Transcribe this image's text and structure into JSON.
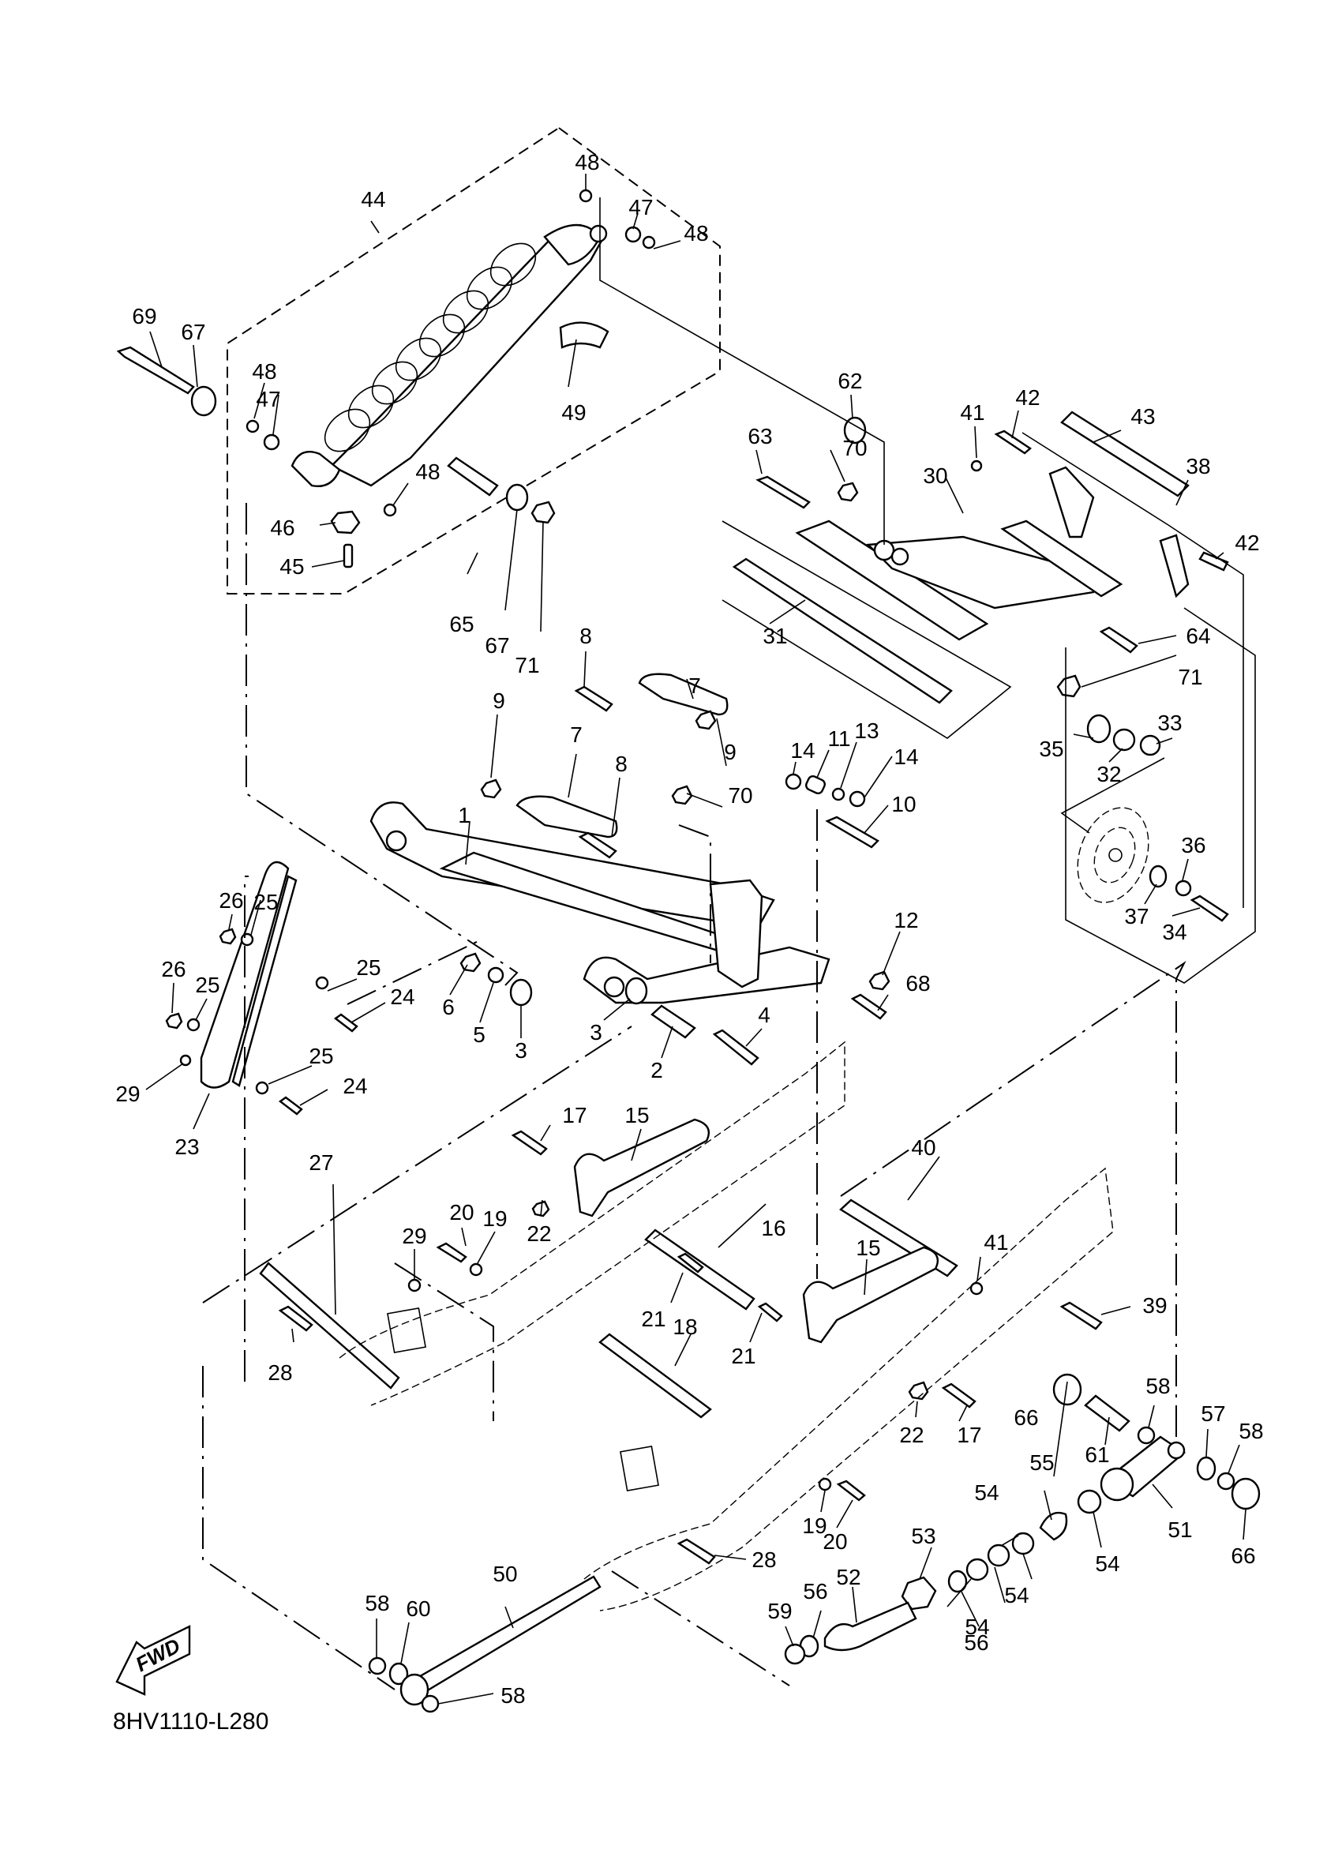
{
  "diagram": {
    "title": "Rear suspension exploded parts diagram",
    "drawing_code": "8HV1110-L280",
    "direction_badge": "FWD",
    "direction_icon": "forward-arrow-icon"
  },
  "callouts": [
    {
      "id": "c1",
      "text": "1"
    },
    {
      "id": "c2",
      "text": "2"
    },
    {
      "id": "c3a",
      "text": "3"
    },
    {
      "id": "c3b",
      "text": "3"
    },
    {
      "id": "c4",
      "text": "4"
    },
    {
      "id": "c5",
      "text": "5"
    },
    {
      "id": "c6",
      "text": "6"
    },
    {
      "id": "c7a",
      "text": "7"
    },
    {
      "id": "c7b",
      "text": "7"
    },
    {
      "id": "c8a",
      "text": "8"
    },
    {
      "id": "c8b",
      "text": "8"
    },
    {
      "id": "c9a",
      "text": "9"
    },
    {
      "id": "c9b",
      "text": "9"
    },
    {
      "id": "c10",
      "text": "10"
    },
    {
      "id": "c11",
      "text": "11"
    },
    {
      "id": "c12",
      "text": "12"
    },
    {
      "id": "c13",
      "text": "13"
    },
    {
      "id": "c14a",
      "text": "14"
    },
    {
      "id": "c14b",
      "text": "14"
    },
    {
      "id": "c15a",
      "text": "15"
    },
    {
      "id": "c15b",
      "text": "15"
    },
    {
      "id": "c16",
      "text": "16"
    },
    {
      "id": "c17a",
      "text": "17"
    },
    {
      "id": "c17b",
      "text": "17"
    },
    {
      "id": "c18",
      "text": "18"
    },
    {
      "id": "c19a",
      "text": "19"
    },
    {
      "id": "c19b",
      "text": "19"
    },
    {
      "id": "c20a",
      "text": "20"
    },
    {
      "id": "c20b",
      "text": "20"
    },
    {
      "id": "c21a",
      "text": "21"
    },
    {
      "id": "c21b",
      "text": "21"
    },
    {
      "id": "c22a",
      "text": "22"
    },
    {
      "id": "c22b",
      "text": "22"
    },
    {
      "id": "c23",
      "text": "23"
    },
    {
      "id": "c24a",
      "text": "24"
    },
    {
      "id": "c24b",
      "text": "24"
    },
    {
      "id": "c25a",
      "text": "25"
    },
    {
      "id": "c25b",
      "text": "25"
    },
    {
      "id": "c25c",
      "text": "25"
    },
    {
      "id": "c25d",
      "text": "25"
    },
    {
      "id": "c26a",
      "text": "26"
    },
    {
      "id": "c26b",
      "text": "26"
    },
    {
      "id": "c27",
      "text": "27"
    },
    {
      "id": "c28a",
      "text": "28"
    },
    {
      "id": "c28b",
      "text": "28"
    },
    {
      "id": "c29a",
      "text": "29"
    },
    {
      "id": "c29b",
      "text": "29"
    },
    {
      "id": "c30",
      "text": "30"
    },
    {
      "id": "c31",
      "text": "31"
    },
    {
      "id": "c32",
      "text": "32"
    },
    {
      "id": "c33",
      "text": "33"
    },
    {
      "id": "c34",
      "text": "34"
    },
    {
      "id": "c35",
      "text": "35"
    },
    {
      "id": "c36",
      "text": "36"
    },
    {
      "id": "c37",
      "text": "37"
    },
    {
      "id": "c38",
      "text": "38"
    },
    {
      "id": "c39",
      "text": "39"
    },
    {
      "id": "c40",
      "text": "40"
    },
    {
      "id": "c41a",
      "text": "41"
    },
    {
      "id": "c41b",
      "text": "41"
    },
    {
      "id": "c42a",
      "text": "42"
    },
    {
      "id": "c42b",
      "text": "42"
    },
    {
      "id": "c43",
      "text": "43"
    },
    {
      "id": "c44",
      "text": "44"
    },
    {
      "id": "c45",
      "text": "45"
    },
    {
      "id": "c46",
      "text": "46"
    },
    {
      "id": "c47a",
      "text": "47"
    },
    {
      "id": "c47b",
      "text": "47"
    },
    {
      "id": "c48a",
      "text": "48"
    },
    {
      "id": "c48b",
      "text": "48"
    },
    {
      "id": "c48c",
      "text": "48"
    },
    {
      "id": "c48d",
      "text": "48"
    },
    {
      "id": "c49",
      "text": "49"
    },
    {
      "id": "c50",
      "text": "50"
    },
    {
      "id": "c51",
      "text": "51"
    },
    {
      "id": "c52",
      "text": "52"
    },
    {
      "id": "c53",
      "text": "53"
    },
    {
      "id": "c54a",
      "text": "54"
    },
    {
      "id": "c54b",
      "text": "54"
    },
    {
      "id": "c54c",
      "text": "54"
    },
    {
      "id": "c54d",
      "text": "54"
    },
    {
      "id": "c55",
      "text": "55"
    },
    {
      "id": "c56a",
      "text": "56"
    },
    {
      "id": "c56b",
      "text": "56"
    },
    {
      "id": "c57",
      "text": "57"
    },
    {
      "id": "c58a",
      "text": "58"
    },
    {
      "id": "c58b",
      "text": "58"
    },
    {
      "id": "c58c",
      "text": "58"
    },
    {
      "id": "c58d",
      "text": "58"
    },
    {
      "id": "c59",
      "text": "59"
    },
    {
      "id": "c60",
      "text": "60"
    },
    {
      "id": "c61",
      "text": "61"
    },
    {
      "id": "c62",
      "text": "62"
    },
    {
      "id": "c63",
      "text": "63"
    },
    {
      "id": "c64",
      "text": "64"
    },
    {
      "id": "c65",
      "text": "65"
    },
    {
      "id": "c66a",
      "text": "66"
    },
    {
      "id": "c66b",
      "text": "66"
    },
    {
      "id": "c67a",
      "text": "67"
    },
    {
      "id": "c67b",
      "text": "67"
    },
    {
      "id": "c68",
      "text": "68"
    },
    {
      "id": "c69",
      "text": "69"
    },
    {
      "id": "c70a",
      "text": "70"
    },
    {
      "id": "c70b",
      "text": "70"
    },
    {
      "id": "c71a",
      "text": "71"
    },
    {
      "id": "c71b",
      "text": "71"
    }
  ]
}
